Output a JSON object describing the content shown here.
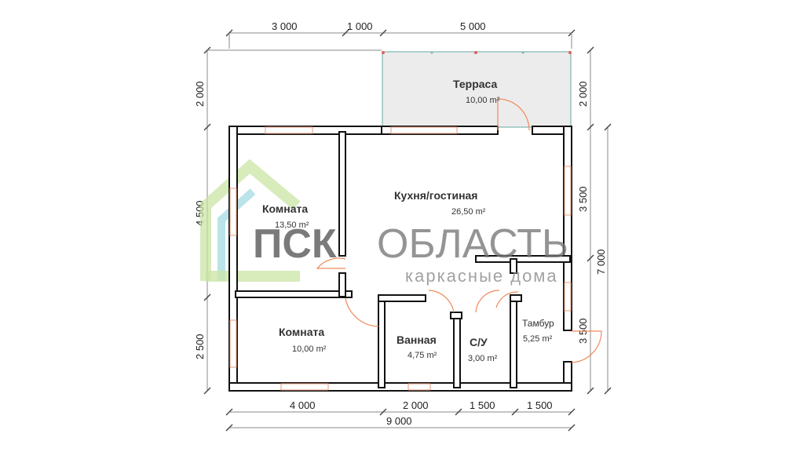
{
  "rooms": {
    "terrace": {
      "name": "Терраса",
      "area": "10,00 m²"
    },
    "kitchen": {
      "name": "Кухня/гостиная",
      "area": "26,50 m²"
    },
    "room1": {
      "name": "Комната",
      "area": "13,50 m²"
    },
    "room2": {
      "name": "Комната",
      "area": "10,00 m²"
    },
    "bath": {
      "name": "Ванная",
      "area": "4,75 m²"
    },
    "wc": {
      "name": "С/У",
      "area": "3,00 m²"
    },
    "vestibule": {
      "name": "Тамбур",
      "area": "5,25 m²"
    }
  },
  "dimensions": {
    "top": [
      "3 000",
      "1 000",
      "5 000"
    ],
    "bottom": [
      "4 000",
      "2 000",
      "1 500",
      "1 500"
    ],
    "total": "9 000",
    "left": [
      "2 000",
      "4 500",
      "2 500"
    ],
    "right_inner": [
      "2 000",
      "3 500",
      "3 500"
    ],
    "right_total": "7 000"
  },
  "logo": {
    "bold": "ПСК",
    "rest": "ОБЛАСТЬ",
    "tagline": "каркасные дома"
  },
  "colors": {
    "wall": "#111111",
    "terrace_fill": "#ececec",
    "terrace_edge": "#7fb8b0",
    "door": "#f08a5a",
    "logo_green": "#c7e3a0",
    "logo_teal": "#7fcdd6"
  }
}
